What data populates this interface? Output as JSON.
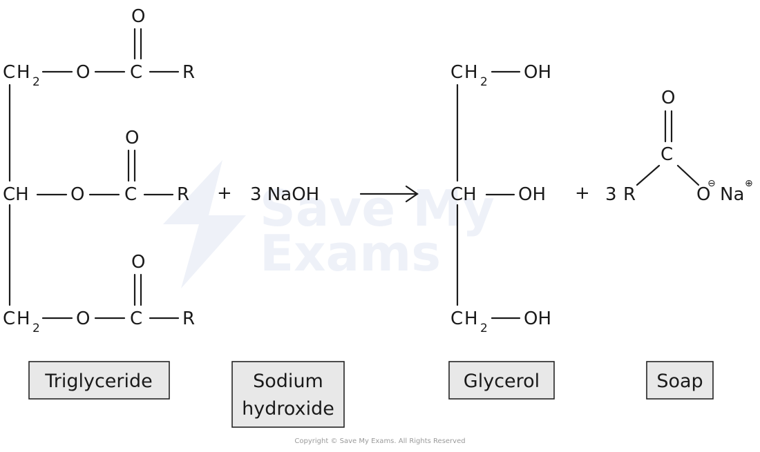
{
  "watermark": {
    "line1": "Save My",
    "line2": "Exams"
  },
  "atoms": {
    "C": "C",
    "O": "O",
    "H": "H",
    "R": "R",
    "CH": "CH",
    "OH": "OH",
    "Na": "Na",
    "sub2": "2"
  },
  "operators": {
    "plus": "+",
    "arrow": "⟶"
  },
  "reactants": {
    "naoh": "3 NaOH"
  },
  "products": {
    "soap_coefficient": "3",
    "negative_charge": "⊖",
    "positive_charge": "⊕"
  },
  "labels": {
    "triglyceride": "Triglyceride",
    "sodium_hydroxide_line1": "Sodium",
    "sodium_hydroxide_line2": "hydroxide",
    "glycerol": "Glycerol",
    "soap": "Soap"
  },
  "copyright": "Copyright © Save My Exams. All Rights Reserved"
}
